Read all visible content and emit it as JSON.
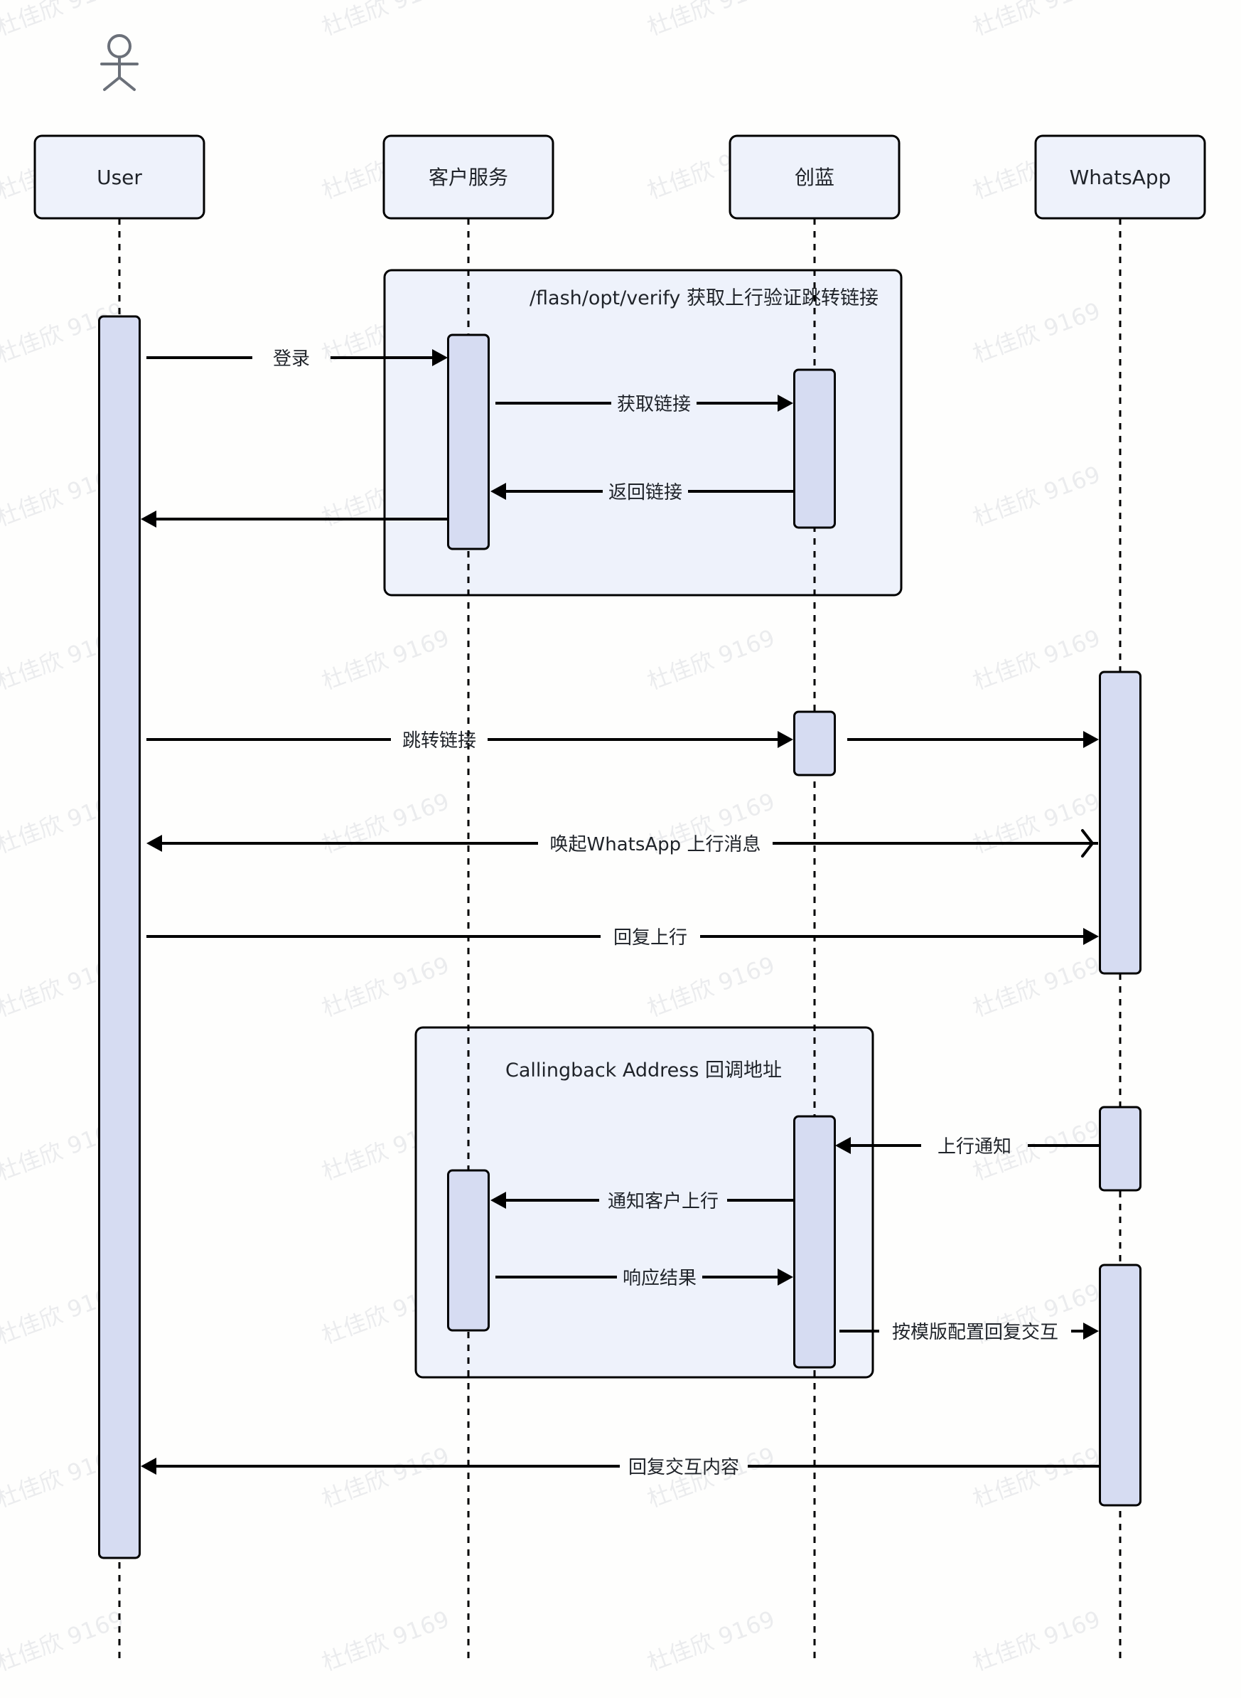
{
  "diagram": {
    "type": "sequence",
    "colors": {
      "background": "#fefefd",
      "participant_fill": "#eef2fb",
      "frame_fill": "#eef2fb",
      "activation_fill": "#d6dcf2",
      "stroke": "#000000",
      "text": "#1f2329",
      "actor": "#6b7079",
      "watermark": "#c8ccd2"
    },
    "actor": {
      "icon": "stick-figure-icon",
      "for": "user"
    },
    "participants": [
      {
        "id": "user",
        "label": "User"
      },
      {
        "id": "service",
        "label": "客户服务"
      },
      {
        "id": "chuanglan",
        "label": "创蓝"
      },
      {
        "id": "whatsapp",
        "label": "WhatsApp"
      }
    ],
    "frames": [
      {
        "id": "frame-verify",
        "title": "/flash/opt/verify 获取上行验证跳转链接"
      },
      {
        "id": "frame-callback",
        "title": "Callingback Address 回调地址"
      }
    ],
    "messages": [
      {
        "from": "user",
        "to": "service",
        "label": "登录",
        "arrow": "filled"
      },
      {
        "from": "service",
        "to": "chuanglan",
        "label": "获取链接",
        "arrow": "filled"
      },
      {
        "from": "chuanglan",
        "to": "service",
        "label": "返回链接",
        "arrow": "filled"
      },
      {
        "from": "service",
        "to": "user",
        "label": "",
        "arrow": "filled"
      },
      {
        "from": "user",
        "to": "chuanglan",
        "label": "跳转链接",
        "arrow": "filled"
      },
      {
        "from": "chuanglan",
        "to": "whatsapp",
        "label": "",
        "arrow": "filled"
      },
      {
        "from": "whatsapp",
        "to": "user",
        "label": "唤起WhatsApp 上行消息",
        "arrow": "bidirectional-open-right"
      },
      {
        "from": "user",
        "to": "whatsapp",
        "label": "回复上行",
        "arrow": "filled"
      },
      {
        "from": "whatsapp",
        "to": "chuanglan",
        "label": "上行通知",
        "arrow": "filled"
      },
      {
        "from": "chuanglan",
        "to": "service",
        "label": "通知客户上行",
        "arrow": "filled"
      },
      {
        "from": "service",
        "to": "chuanglan",
        "label": "响应结果",
        "arrow": "filled"
      },
      {
        "from": "chuanglan",
        "to": "whatsapp",
        "label": "按模版配置回复交互",
        "arrow": "filled"
      },
      {
        "from": "whatsapp",
        "to": "user",
        "label": "回复交互内容",
        "arrow": "filled"
      }
    ],
    "watermark_text": "杜佳欣 9169"
  }
}
